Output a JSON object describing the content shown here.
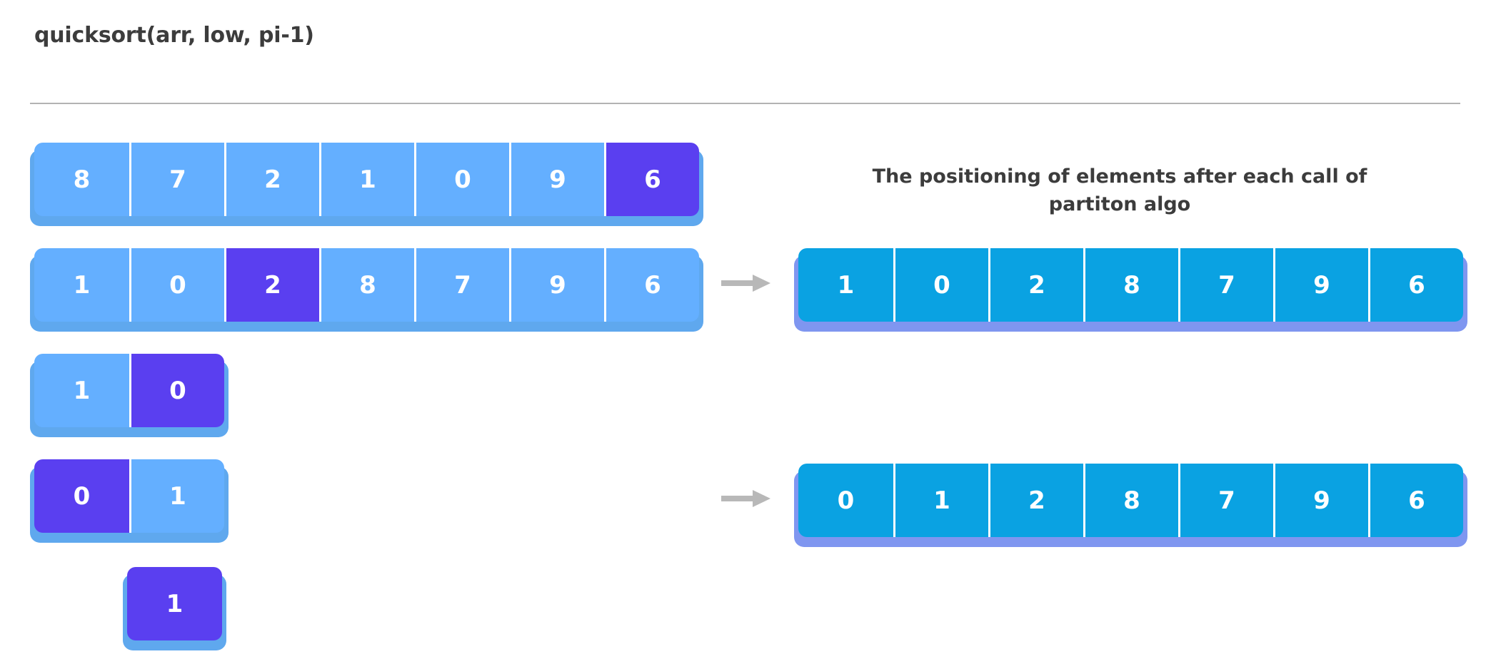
{
  "page": {
    "title": "quicksort(arr, low, pi-1)",
    "background": "#ffffff",
    "divider_color": "#b3b3b3"
  },
  "colors": {
    "cell_light_blue": "#64afff",
    "cell_pivot_purple": "#5a3ff0",
    "cell_solid_blue": "#0aa2e2",
    "shadow_light": "#5fa8ee",
    "shadow_solid": "#7f96f0",
    "text_dark": "#3c3c3c",
    "cell_text": "#ffffff",
    "arrow_gray": "#b8b8b8"
  },
  "right_panel": {
    "caption_line1": "The positioning of elements after each call of",
    "caption_line2": "partiton algo"
  },
  "left_arrays": [
    {
      "name": "array-step-1",
      "values": [
        "8",
        "7",
        "2",
        "1",
        "0",
        "9",
        "6"
      ],
      "pivot_index": 6
    },
    {
      "name": "array-step-2",
      "values": [
        "1",
        "0",
        "2",
        "8",
        "7",
        "9",
        "6"
      ],
      "pivot_index": 2
    },
    {
      "name": "array-step-3",
      "values": [
        "1",
        "0"
      ],
      "pivot_index": 1
    },
    {
      "name": "array-step-4",
      "values": [
        "0",
        "1"
      ],
      "pivot_index": 0
    },
    {
      "name": "array-step-5",
      "values": [
        "1"
      ],
      "pivot_index": 0
    }
  ],
  "right_arrays": [
    {
      "name": "result-array-1",
      "values": [
        "1",
        "0",
        "2",
        "8",
        "7",
        "9",
        "6"
      ]
    },
    {
      "name": "result-array-2",
      "values": [
        "0",
        "1",
        "2",
        "8",
        "7",
        "9",
        "6"
      ]
    }
  ],
  "arrows": [
    {
      "name": "arrow-to-result-1",
      "glyph": "arrow-right-icon"
    },
    {
      "name": "arrow-to-result-2",
      "glyph": "arrow-right-icon"
    }
  ]
}
